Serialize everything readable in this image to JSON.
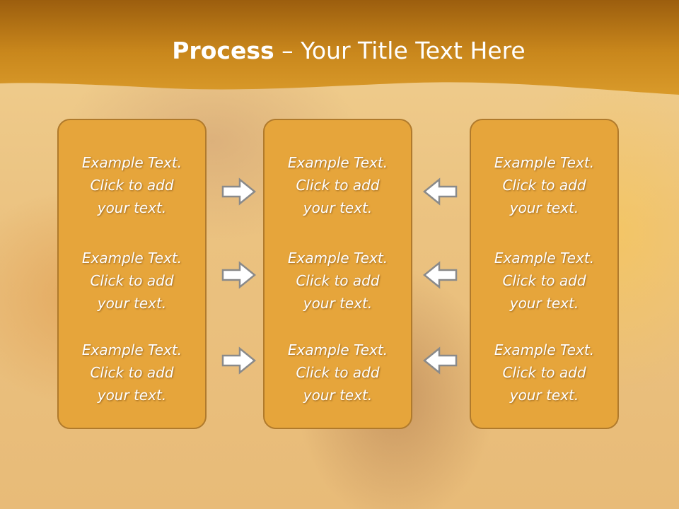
{
  "slide": {
    "title_bold": "Process",
    "title_rest": " – Your Title Text Here"
  },
  "columns": [
    {
      "items": [
        {
          "line1": "Example Text.",
          "line2": "Click  to add",
          "line3": "your text."
        },
        {
          "line1": "Example Text.",
          "line2": "Click  to add",
          "line3": "your text."
        },
        {
          "line1": "Example Text.",
          "line2": "Click  to add",
          "line3": "your text."
        }
      ]
    },
    {
      "items": [
        {
          "line1": "Example Text.",
          "line2": "Click  to add",
          "line3": "your text."
        },
        {
          "line1": "Example Text.",
          "line2": "Click  to add",
          "line3": "your text."
        },
        {
          "line1": "Example Text.",
          "line2": "Click  to add",
          "line3": "your text."
        }
      ]
    },
    {
      "items": [
        {
          "line1": "Example Text.",
          "line2": "Click  to add",
          "line3": "your text."
        },
        {
          "line1": "Example Text.",
          "line2": "Click  to add",
          "line3": "your text."
        },
        {
          "line1": "Example Text.",
          "line2": "Click  to add",
          "line3": "your text."
        }
      ]
    }
  ],
  "arrows": {
    "left_group": "right-arrow-icon",
    "right_group": "left-arrow-icon"
  },
  "colors": {
    "header": "#c8861a",
    "box_fill": "#e6a53b",
    "box_border": "#b07a2c",
    "text": "#ffffff"
  }
}
